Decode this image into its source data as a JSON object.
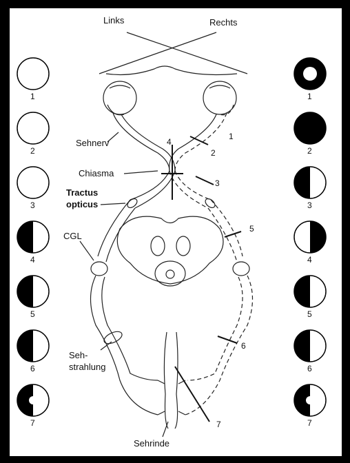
{
  "labels": {
    "left_side": "Links",
    "right_side": "Rechts",
    "optic_nerve": "Sehnerv",
    "chiasm": "Chiasma",
    "optic_tract_line1": "Tractus",
    "optic_tract_line2": "opticus",
    "lgn": "CGL",
    "radiation_line1": "Seh-",
    "radiation_line2": "strahlung",
    "cortex": "Sehrinde"
  },
  "lesion_numbers": [
    "1",
    "2",
    "3",
    "4",
    "5",
    "6",
    "7"
  ],
  "left_fields": [
    {
      "label": "1",
      "pattern": "empty"
    },
    {
      "label": "2",
      "pattern": "empty"
    },
    {
      "label": "3",
      "pattern": "empty"
    },
    {
      "label": "4",
      "pattern": "left-half"
    },
    {
      "label": "5",
      "pattern": "left-half"
    },
    {
      "label": "6",
      "pattern": "left-half"
    },
    {
      "label": "7",
      "pattern": "left-half-spared"
    }
  ],
  "right_fields": [
    {
      "label": "1",
      "pattern": "ring"
    },
    {
      "label": "2",
      "pattern": "full"
    },
    {
      "label": "3",
      "pattern": "left-half"
    },
    {
      "label": "4",
      "pattern": "right-half"
    },
    {
      "label": "5",
      "pattern": "left-half"
    },
    {
      "label": "6",
      "pattern": "left-half"
    },
    {
      "label": "7",
      "pattern": "left-half-spared"
    }
  ]
}
